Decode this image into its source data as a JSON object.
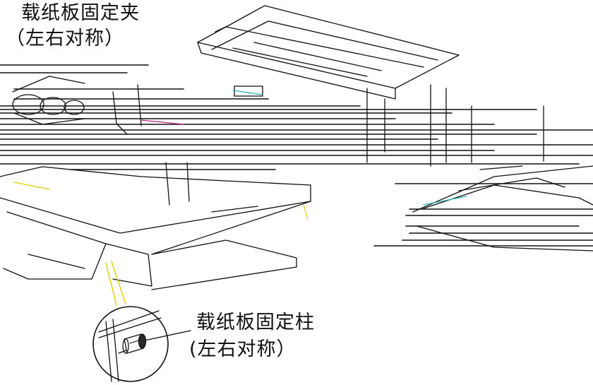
{
  "labels": {
    "clamp": {
      "title": "载纸板固定夹",
      "note": "（左右对称）"
    },
    "post": {
      "title": "载纸板固定柱",
      "note": "(左右对称）"
    }
  },
  "colors": {
    "line": "#111111",
    "accent_yellow": "#e3cf00",
    "accent_cyan": "#25b4b8",
    "accent_magenta": "#c02080"
  },
  "icons": {
    "callout": "magnified-circle",
    "part": "cylindrical-post"
  }
}
